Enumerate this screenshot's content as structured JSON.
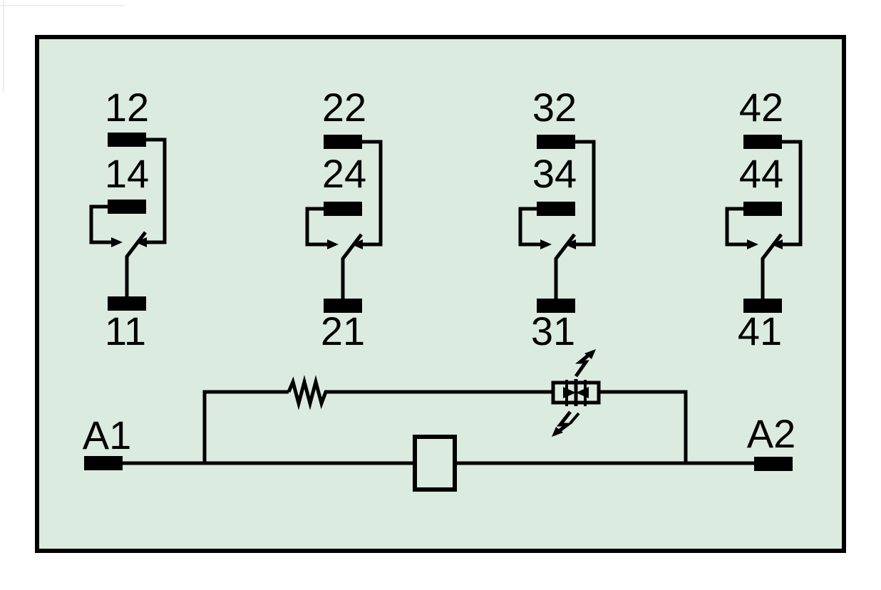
{
  "colors": {
    "background": "#dcebe0",
    "stroke": "#000000",
    "page": "#ffffff"
  },
  "contacts": [
    {
      "nc": "12",
      "no": "14",
      "common": "11"
    },
    {
      "nc": "22",
      "no": "24",
      "common": "21"
    },
    {
      "nc": "32",
      "no": "34",
      "common": "31"
    },
    {
      "nc": "42",
      "no": "44",
      "common": "41"
    }
  ],
  "coil": {
    "left_terminal": "A1",
    "right_terminal": "A2"
  },
  "icons": [
    "resistor-icon",
    "led-icon",
    "relay-coil-icon"
  ]
}
